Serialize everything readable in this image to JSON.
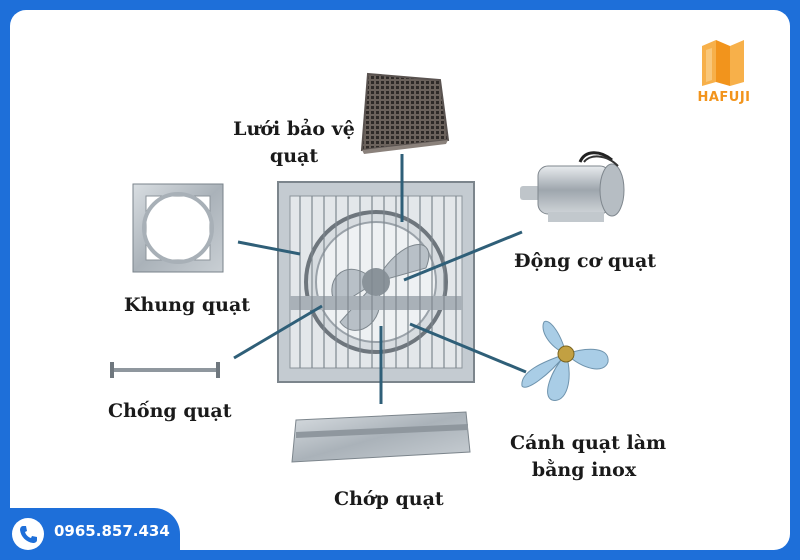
{
  "brand": {
    "name": "HAFUJI",
    "logo_color": "#f2941c"
  },
  "contact": {
    "phone": "0965.857.434",
    "icon": "phone-icon",
    "bar_color": "#1e6fd9"
  },
  "components": {
    "grille": {
      "line1": "Lưới bảo vệ",
      "line2": "quạt"
    },
    "motor": {
      "label": "Động cơ quạt"
    },
    "frame": {
      "label": "Khung quạt"
    },
    "support": {
      "label": "Chống quạt"
    },
    "blade": {
      "line1": "Cánh quạt làm",
      "line2": "bằng inox"
    },
    "shutter": {
      "label": "Chớp quạt"
    }
  },
  "colors": {
    "pointer": "#2f5f78",
    "steel": "#9aa3ab",
    "blade": "#a9cde6"
  }
}
